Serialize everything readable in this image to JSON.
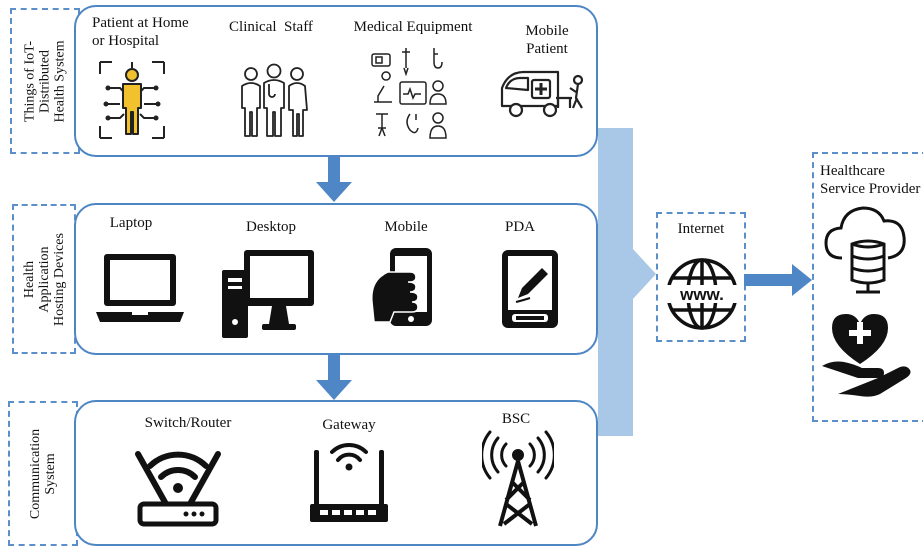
{
  "layers": {
    "things": {
      "label": "Things of IoT-\nDistributed\nHealth System",
      "items": [
        {
          "label": "Patient at Home\nor Hospital",
          "icon": "patient-icon"
        },
        {
          "label": "Clinical  Staff",
          "icon": "clinical-staff-icon"
        },
        {
          "label": "Medical Equipment",
          "icon": "medical-equipment-icon"
        },
        {
          "label": "Mobile\nPatient",
          "icon": "ambulance-icon"
        }
      ]
    },
    "hosting": {
      "label": "Health\nApplication\nHosting Devices",
      "items": [
        {
          "label": "Laptop",
          "icon": "laptop-icon"
        },
        {
          "label": "Desktop",
          "icon": "desktop-icon"
        },
        {
          "label": "Mobile",
          "icon": "mobile-phone-icon"
        },
        {
          "label": "PDA",
          "icon": "pda-icon"
        }
      ]
    },
    "communication": {
      "label": "Communication\nSystem",
      "items": [
        {
          "label": "Switch/Router",
          "icon": "router-icon"
        },
        {
          "label": "Gateway",
          "icon": "gateway-icon"
        },
        {
          "label": "BSC",
          "icon": "cell-tower-icon"
        }
      ]
    }
  },
  "internet": {
    "label": "Internet",
    "icon_text": "www.",
    "icon": "globe-icon"
  },
  "provider": {
    "label": "Healthcare\nService Provider",
    "icons": [
      "cloud-database-icon",
      "heart-hand-icon"
    ]
  },
  "colors": {
    "accent": "#4e86c4",
    "arrow": "#4f86c6",
    "bar": "#a9c7e6",
    "dashed": "#5b8fc9",
    "icon": "#111111"
  }
}
